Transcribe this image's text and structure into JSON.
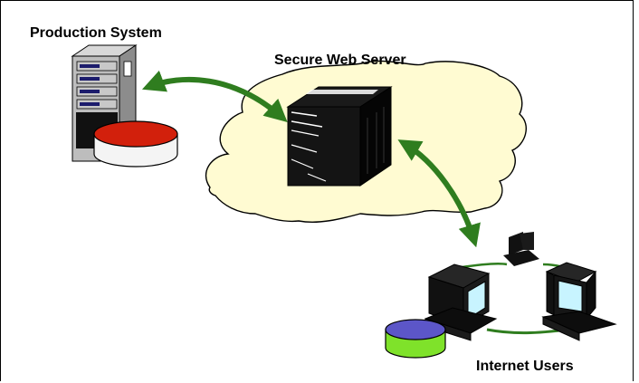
{
  "labels": {
    "production_system": "Production System",
    "secure_web_server": "Secure Web Server",
    "internet_users": "Internet Users"
  },
  "colors": {
    "cloud_fill": "#fffbd2",
    "arrow": "#2f7d1f",
    "db_red": "#d2200c",
    "db_green": "#7fe22a",
    "db_blue": "#5c56c8",
    "screen": "#c8f4ff"
  }
}
